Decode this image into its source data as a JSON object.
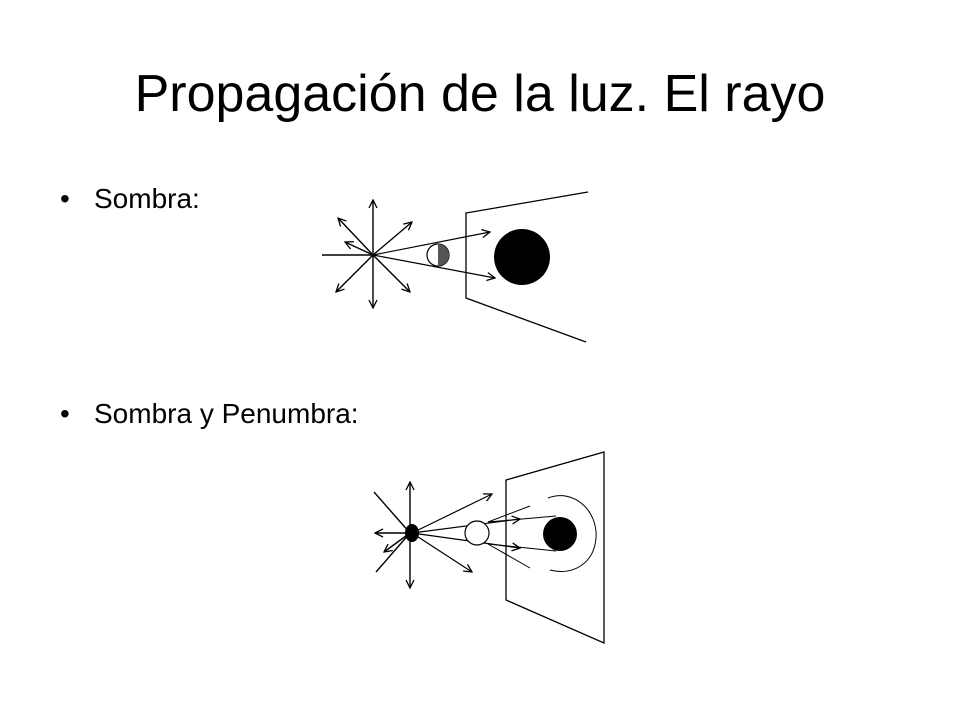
{
  "slide": {
    "title": "Propagación de la luz. El rayo",
    "bullets": [
      {
        "marker": "•",
        "text": "Sombra:"
      },
      {
        "marker": "•",
        "text": "Sombra y Penumbra:"
      }
    ]
  }
}
